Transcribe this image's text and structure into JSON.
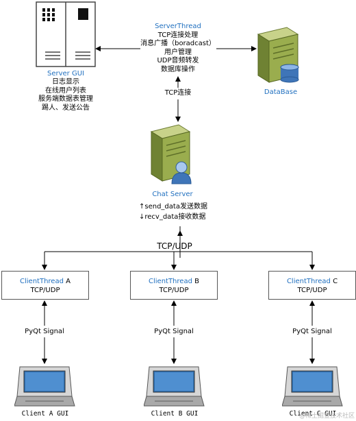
{
  "server_gui": {
    "label": "Server GUI",
    "lines": [
      "日志显示",
      "在线用户列表",
      "服务端数据表管理",
      "踢人、发送公告"
    ]
  },
  "server_thread": {
    "label": "ServerThread",
    "lines": [
      "TCP连接处理",
      "消息广播（boradcast）",
      "用户管理",
      "UDP音频转发",
      "数据库操作"
    ]
  },
  "database": {
    "label": "DataBase"
  },
  "tcp_link_label": "TCP连接",
  "chat_server": {
    "label": "Chat Server",
    "send_line": "↑send_data发送数据",
    "recv_line": "↓recv_data接收数据"
  },
  "tcp_udp_label": "TCP/UDP",
  "clients": [
    {
      "thread_name": "ClientThread",
      "letter": "A",
      "protocol": "TCP/UDP",
      "signal": "PyQt Signal",
      "gui_label": "Client A GUI"
    },
    {
      "thread_name": "ClientThread",
      "letter": "B",
      "protocol": "TCP/UDP",
      "signal": "PyQt Signal",
      "gui_label": "Client B GUI"
    },
    {
      "thread_name": "ClientThread",
      "letter": "C",
      "protocol": "TCP/UDP",
      "signal": "PyQt Signal",
      "gui_label": "Client C GUI"
    }
  ],
  "watermark": "@稀土掘金技术社区",
  "colors": {
    "label_blue": "#1f6fbf",
    "server_green": "#8fa24a",
    "monitor_blue": "#2f6fb0"
  }
}
